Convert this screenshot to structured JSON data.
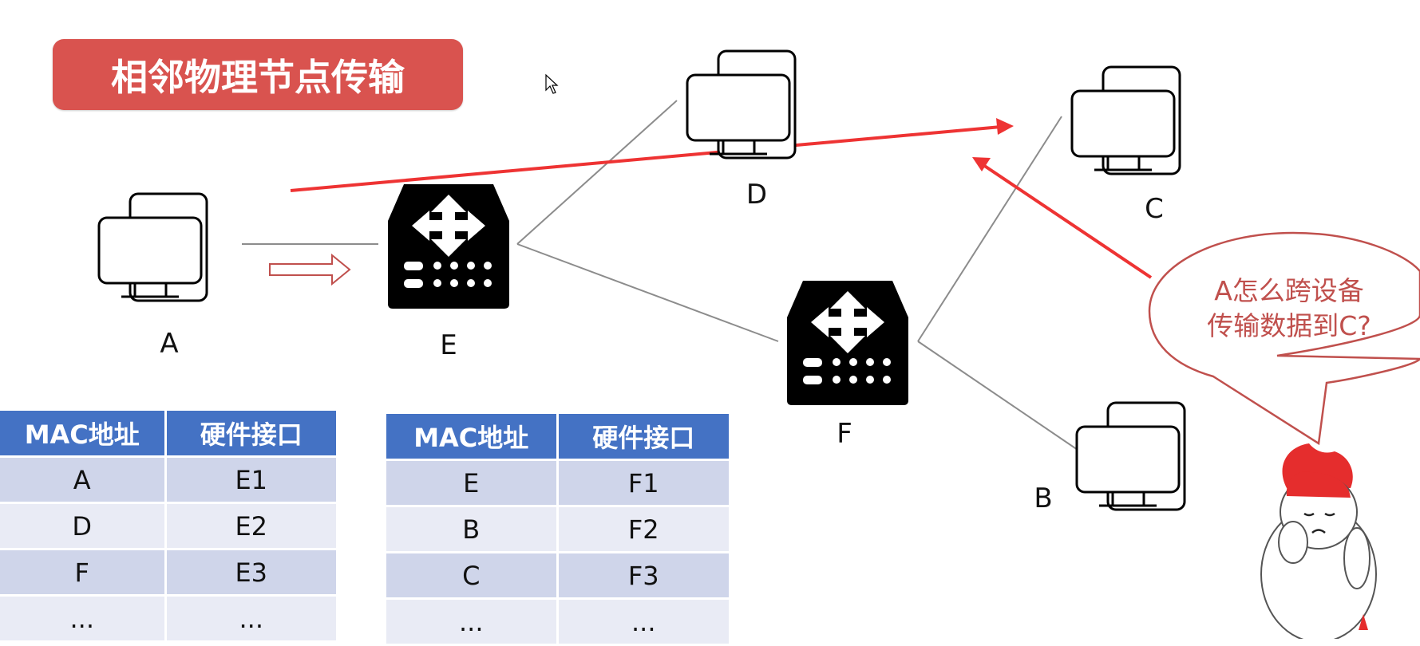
{
  "title": "相邻物理节点传输",
  "nodes": {
    "a": "A",
    "b": "B",
    "c": "C",
    "d": "D",
    "e": "E",
    "f": "F"
  },
  "speech_bubble": {
    "line1": "A怎么跨设备",
    "line2": "传输数据到C?"
  },
  "table_e": {
    "headers": [
      "MAC地址",
      "硬件接口"
    ],
    "rows": [
      [
        "A",
        "E1"
      ],
      [
        "D",
        "E2"
      ],
      [
        "F",
        "E3"
      ],
      [
        "...",
        "..."
      ]
    ]
  },
  "table_f": {
    "headers": [
      "MAC地址",
      "硬件接口"
    ],
    "rows": [
      [
        "E",
        "F1"
      ],
      [
        "B",
        "F2"
      ],
      [
        "C",
        "F3"
      ],
      [
        "...",
        "..."
      ]
    ]
  },
  "colors": {
    "title_bg": "#d9534f",
    "table_header": "#4472c4",
    "row_odd": "#cfd5ea",
    "row_even": "#e9ebf5",
    "arrow_red": "#ee3333",
    "bubble_text": "#c0504d"
  },
  "icons": [
    "computer-icon",
    "switch-icon",
    "mascot-icon",
    "mouse-cursor-icon"
  ]
}
